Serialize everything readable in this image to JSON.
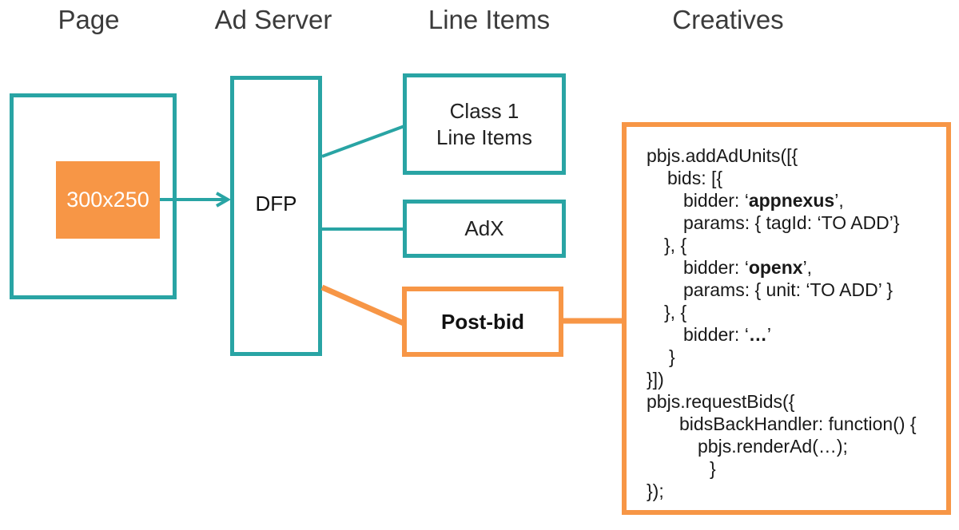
{
  "colors": {
    "teal": "#29a4a4",
    "orange": "#f79646",
    "heading_text": "#3b3b3b",
    "body_text": "#191919"
  },
  "headers": {
    "page": "Page",
    "ad_server": "Ad Server",
    "line_items": "Line Items",
    "creatives": "Creatives"
  },
  "page": {
    "ad_slot": "300x250"
  },
  "ad_server": {
    "name": "DFP"
  },
  "line_items": {
    "class1_line1": "Class 1",
    "class1_line2": "Line Items",
    "adx": "AdX",
    "postbid": "Post-bid"
  },
  "creatives": {
    "code_lines": [
      {
        "indent": 0,
        "parts": [
          {
            "t": "pbjs.addAdUnits([{"
          }
        ]
      },
      {
        "indent": 26,
        "parts": [
          {
            "t": "bids: [{"
          }
        ]
      },
      {
        "indent": 46,
        "parts": [
          {
            "t": "bidder: ‘"
          },
          {
            "t": "appnexus",
            "b": true
          },
          {
            "t": "’,"
          }
        ]
      },
      {
        "indent": 46,
        "parts": [
          {
            "t": "params: { tagId: ‘TO ADD’}"
          }
        ]
      },
      {
        "indent": 22,
        "parts": [
          {
            "t": "}, {"
          }
        ]
      },
      {
        "indent": 46,
        "parts": [
          {
            "t": "bidder: ‘"
          },
          {
            "t": "openx",
            "b": true
          },
          {
            "t": "’,"
          }
        ]
      },
      {
        "indent": 46,
        "parts": [
          {
            "t": "params: { unit: ‘TO ADD’ }"
          }
        ]
      },
      {
        "indent": 22,
        "parts": [
          {
            "t": "}, {"
          }
        ]
      },
      {
        "indent": 46,
        "parts": [
          {
            "t": "bidder: ‘"
          },
          {
            "t": "…",
            "b": true
          },
          {
            "t": "’"
          }
        ]
      },
      {
        "indent": 28,
        "parts": [
          {
            "t": "}"
          }
        ]
      },
      {
        "indent": 0,
        "parts": [
          {
            "t": "}])"
          }
        ]
      },
      {
        "indent": 0,
        "parts": [
          {
            "t": "pbjs.requestBids({"
          }
        ]
      },
      {
        "indent": 41,
        "parts": [
          {
            "t": "bidsBackHandler: function() {"
          }
        ]
      },
      {
        "indent": 64,
        "parts": [
          {
            "t": "pbjs.renderAd(…);"
          }
        ]
      },
      {
        "indent": 79,
        "parts": [
          {
            "t": "}"
          }
        ]
      },
      {
        "indent": 0,
        "parts": [
          {
            "t": "});"
          }
        ]
      }
    ]
  },
  "connections": [
    {
      "from": "300x250 ad slot",
      "to": "DFP",
      "style": "teal-arrow"
    },
    {
      "from": "DFP",
      "to": "Class 1 Line Items",
      "style": "teal-line"
    },
    {
      "from": "DFP",
      "to": "AdX",
      "style": "teal-line"
    },
    {
      "from": "DFP",
      "to": "Post-bid",
      "style": "orange-line"
    },
    {
      "from": "Post-bid",
      "to": "Creatives code",
      "style": "orange-line"
    }
  ]
}
